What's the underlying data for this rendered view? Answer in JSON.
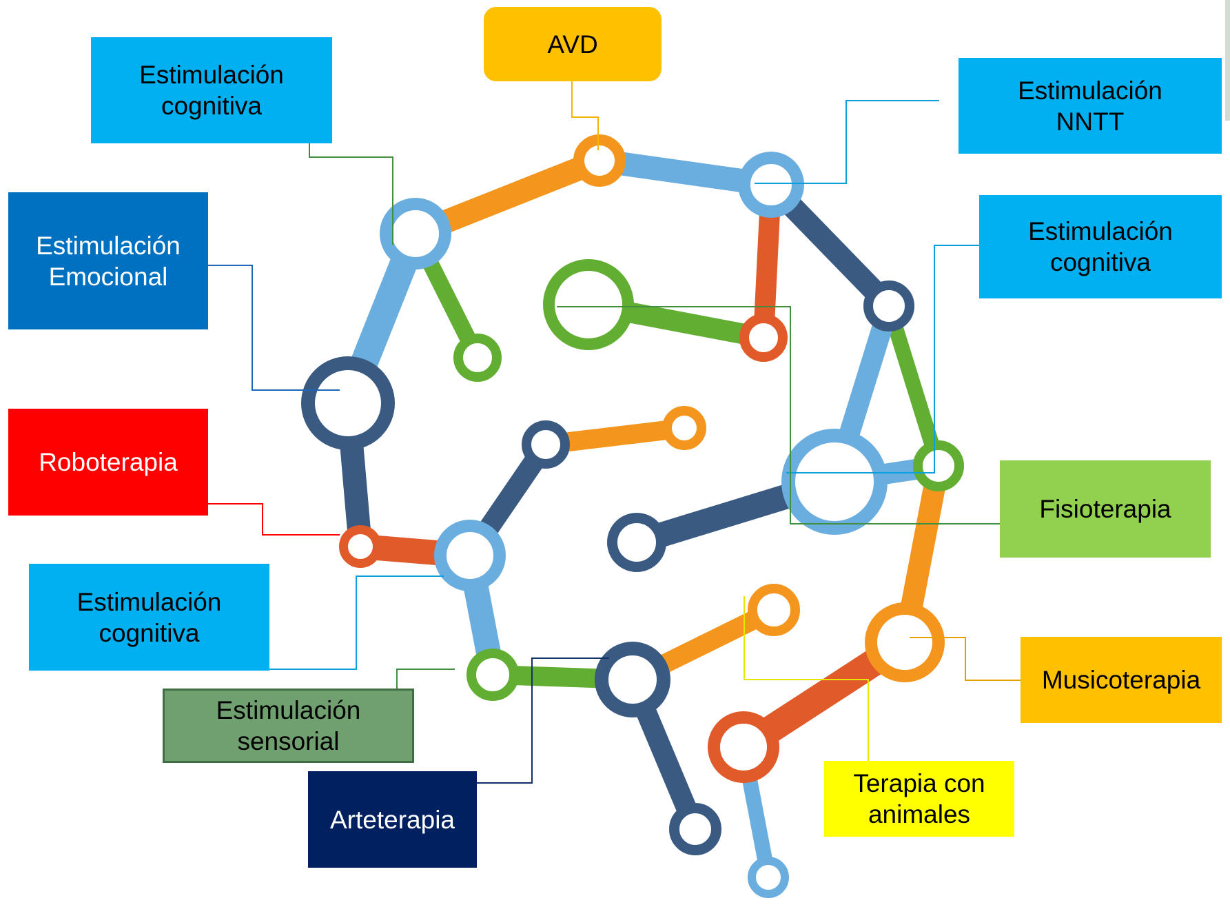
{
  "labels": {
    "avd": "AVD",
    "cog_top_left": "Estimulación\ncognitiva",
    "nntt": "Estimulación\nNNTT",
    "emocional": "Estimulación\nEmocional",
    "cog_right": "Estimulación\ncognitiva",
    "roboterapia": "Roboterapia",
    "fisioterapia": "Fisioterapia",
    "cog_bottom_left": "Estimulación\ncognitiva",
    "musicoterapia": "Musicoterapia",
    "sensorial": "Estimulación\nsensorial",
    "animales": "Terapia con\nanimales",
    "arteterapia": "Arteterapia"
  },
  "colors": {
    "light_blue": "#00b0f0",
    "mid_blue": "#0070c0",
    "navy": "#002060",
    "red": "#ff0000",
    "orange": "#ffc000",
    "green": "#92d050",
    "sage": "#70a070",
    "yellow": "#ffff00",
    "node_blue": "#6aaee0",
    "node_dark": "#3a5a82",
    "node_orange": "#f4961e",
    "node_green": "#62ae32",
    "node_red": "#e05a2a"
  }
}
